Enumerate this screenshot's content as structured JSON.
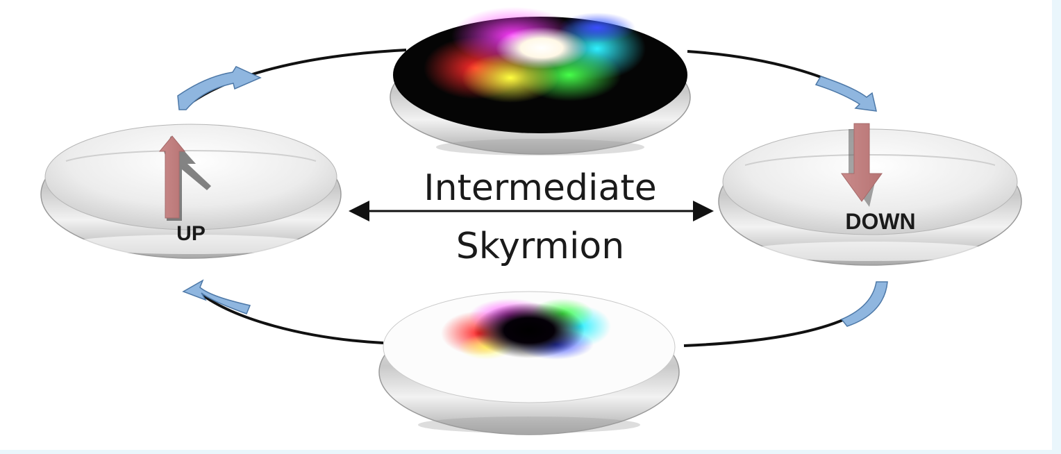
{
  "diagram": {
    "left_state_label": "UP",
    "right_state_label": "DOWN",
    "center_label_line1": "Intermediate",
    "center_label_line2": "Skyrmion",
    "colors": {
      "arrow_blue": "#8fb6df",
      "spin_arrow": "#c98a8a",
      "ring_stroke": "#111111"
    }
  }
}
